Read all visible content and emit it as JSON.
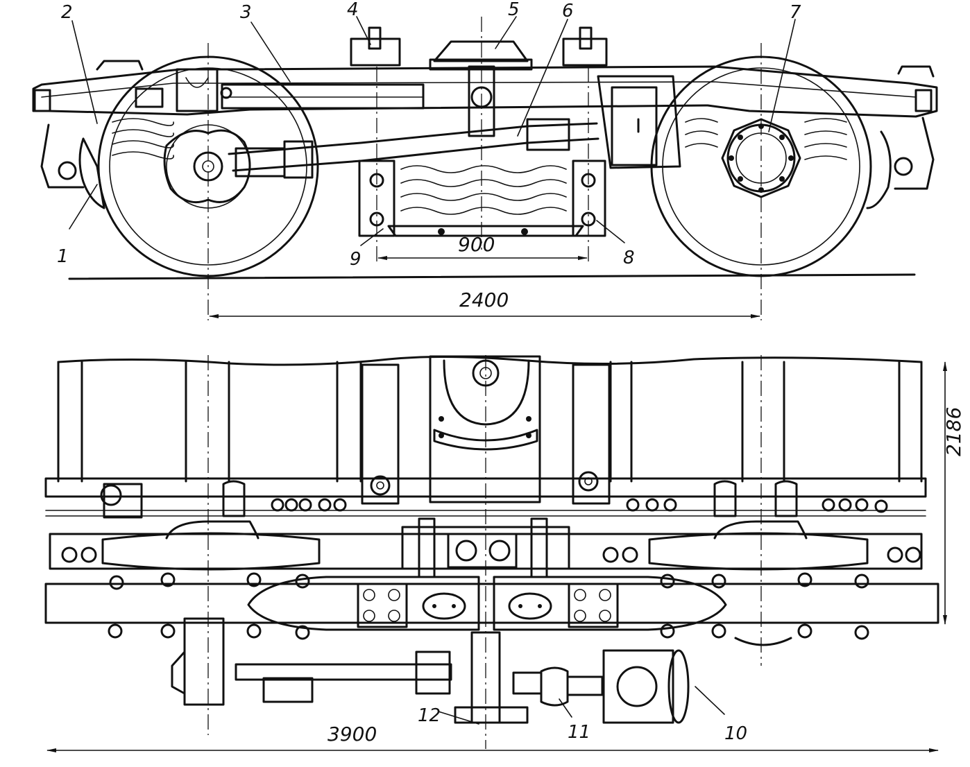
{
  "labels": {
    "l1": "1",
    "l2": "2",
    "l3": "3",
    "l4": "4",
    "l5": "5",
    "l6": "6",
    "l7": "7",
    "l8": "8",
    "l9": "9",
    "l10": "10",
    "l11": "11",
    "l12": "12"
  },
  "dimensions": {
    "spring_base": "900",
    "wheelbase": "2400",
    "width": "2186",
    "length": "3900"
  }
}
